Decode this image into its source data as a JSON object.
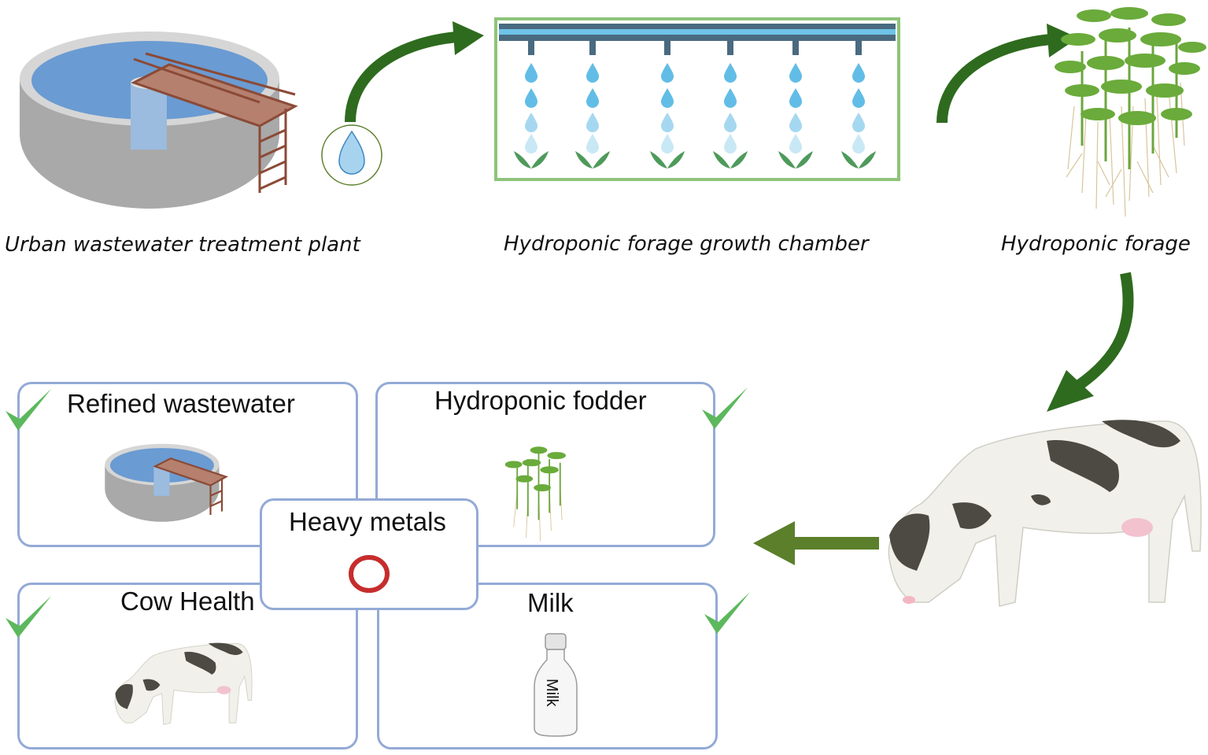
{
  "pipeline": {
    "steps": [
      {
        "label": "Urban wastewater treatment plant"
      },
      {
        "label": "Hydroponic forage growth chamber"
      },
      {
        "label": "Hydroponic forage"
      }
    ]
  },
  "outcomes": {
    "refined_wastewater": {
      "title": "Refined wastewater",
      "status": "check"
    },
    "hydroponic_fodder": {
      "title": "Hydroponic fodder",
      "status": "check"
    },
    "cow_health": {
      "title": "Cow Health",
      "status": "check"
    },
    "milk": {
      "title": "Milk",
      "status": "check",
      "bottle_label": "Milk"
    },
    "heavy_metals": {
      "title": "Heavy metals",
      "status": "circle"
    }
  },
  "colors": {
    "arrow_green": "#2e6b1e",
    "arrow_olive": "#5b7f2a",
    "check_green": "#5cb85c",
    "box_border": "#93aad6",
    "chamber_border": "#8ec47a",
    "circle_red": "#c62d2d",
    "water_blue": "#6a9bd2"
  }
}
